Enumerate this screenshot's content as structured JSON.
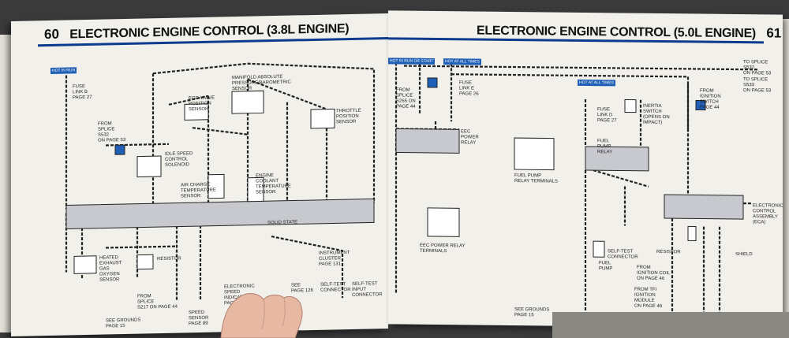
{
  "left_page": {
    "page_number": "60",
    "title": "ELECTRONIC ENGINE CONTROL (3.8L ENGINE)",
    "tags": [
      "HOT IN RUN"
    ],
    "labels": [
      "FUSE",
      "LINK B",
      "PAGE 27",
      "FROM",
      "SPLICE",
      "S532",
      "ON PAGE 53",
      "IDLE SPEED",
      "CONTROL",
      "SOLENOID",
      "AIR CHARGE",
      "TEMPERATURE",
      "SENSOR",
      "ENGINE",
      "COOLANT",
      "TEMPERATURE",
      "SENSOR",
      "MANIFOLD ABSOLUTE",
      "PRESSURE/BAROMETRIC",
      "SENSOR",
      "THROTTLE",
      "POSITION",
      "SENSOR",
      "EGR VALVE",
      "POSITION",
      "SENSOR",
      "SOLID STATE",
      "HEATED",
      "EXHAUST",
      "GAS",
      "OXYGEN",
      "SENSOR",
      "RESISTOR",
      "FROM",
      "SPLICE",
      "S217 ON PAGE 44",
      "SEE GROUNDS",
      "PAGE 15",
      "SEE",
      "PAGE 131",
      "ELECTRONIC",
      "SPEED",
      "INDICATOR",
      "PAGE 134",
      "SPEED",
      "SENSOR",
      "PAGE 89",
      "INSTRUMENT",
      "CLUSTER",
      "PAGE 131",
      "SELF-TEST",
      "CONNECTOR",
      "SELF-TEST",
      "INPUT",
      "CONNECTOR",
      "SEE",
      "PAGE 126"
    ]
  },
  "right_page": {
    "page_number": "61",
    "title": "ELECTRONIC ENGINE CONTROL (5.0L ENGINE)",
    "tags": [
      "HOT IN RUN OR START",
      "HOT AT ALL TIMES",
      "HOT AT ALL TIMES"
    ],
    "labels": [
      "FROM",
      "SPLICE",
      "S265 ON",
      "PAGE 44",
      "FUSE",
      "LINK E",
      "PAGE 26",
      "EEC",
      "POWER",
      "RELAY",
      "EEC POWER RELAY",
      "TERMINALS",
      "FUEL PUMP",
      "RELAY TERMINALS",
      "FUSE",
      "LINK D",
      "PAGE 27",
      "FUEL",
      "PUMP",
      "RELAY",
      "INERTIA",
      "SWITCH",
      "(OPENS ON",
      "IMPACT)",
      "FROM",
      "IGNITION",
      "SWITCH",
      "PAGE 44",
      "TO SPLICE",
      "S532",
      "ON PAGE 53",
      "TO SPLICE",
      "S533",
      "ON PAGE 53",
      "ELECTRONIC",
      "CONTROL",
      "ASSEMBLY",
      "(ECA)",
      "SELF-TEST",
      "CONNECTOR",
      "RESISTOR",
      "FROM",
      "IGNITION COIL",
      "ON PAGE 46",
      "FROM TFI",
      "IGNITION",
      "MODULE",
      "ON PAGE 46",
      "FUEL",
      "PUMP",
      "SEE GROUNDS",
      "PAGE 15",
      "SHIELD"
    ]
  }
}
